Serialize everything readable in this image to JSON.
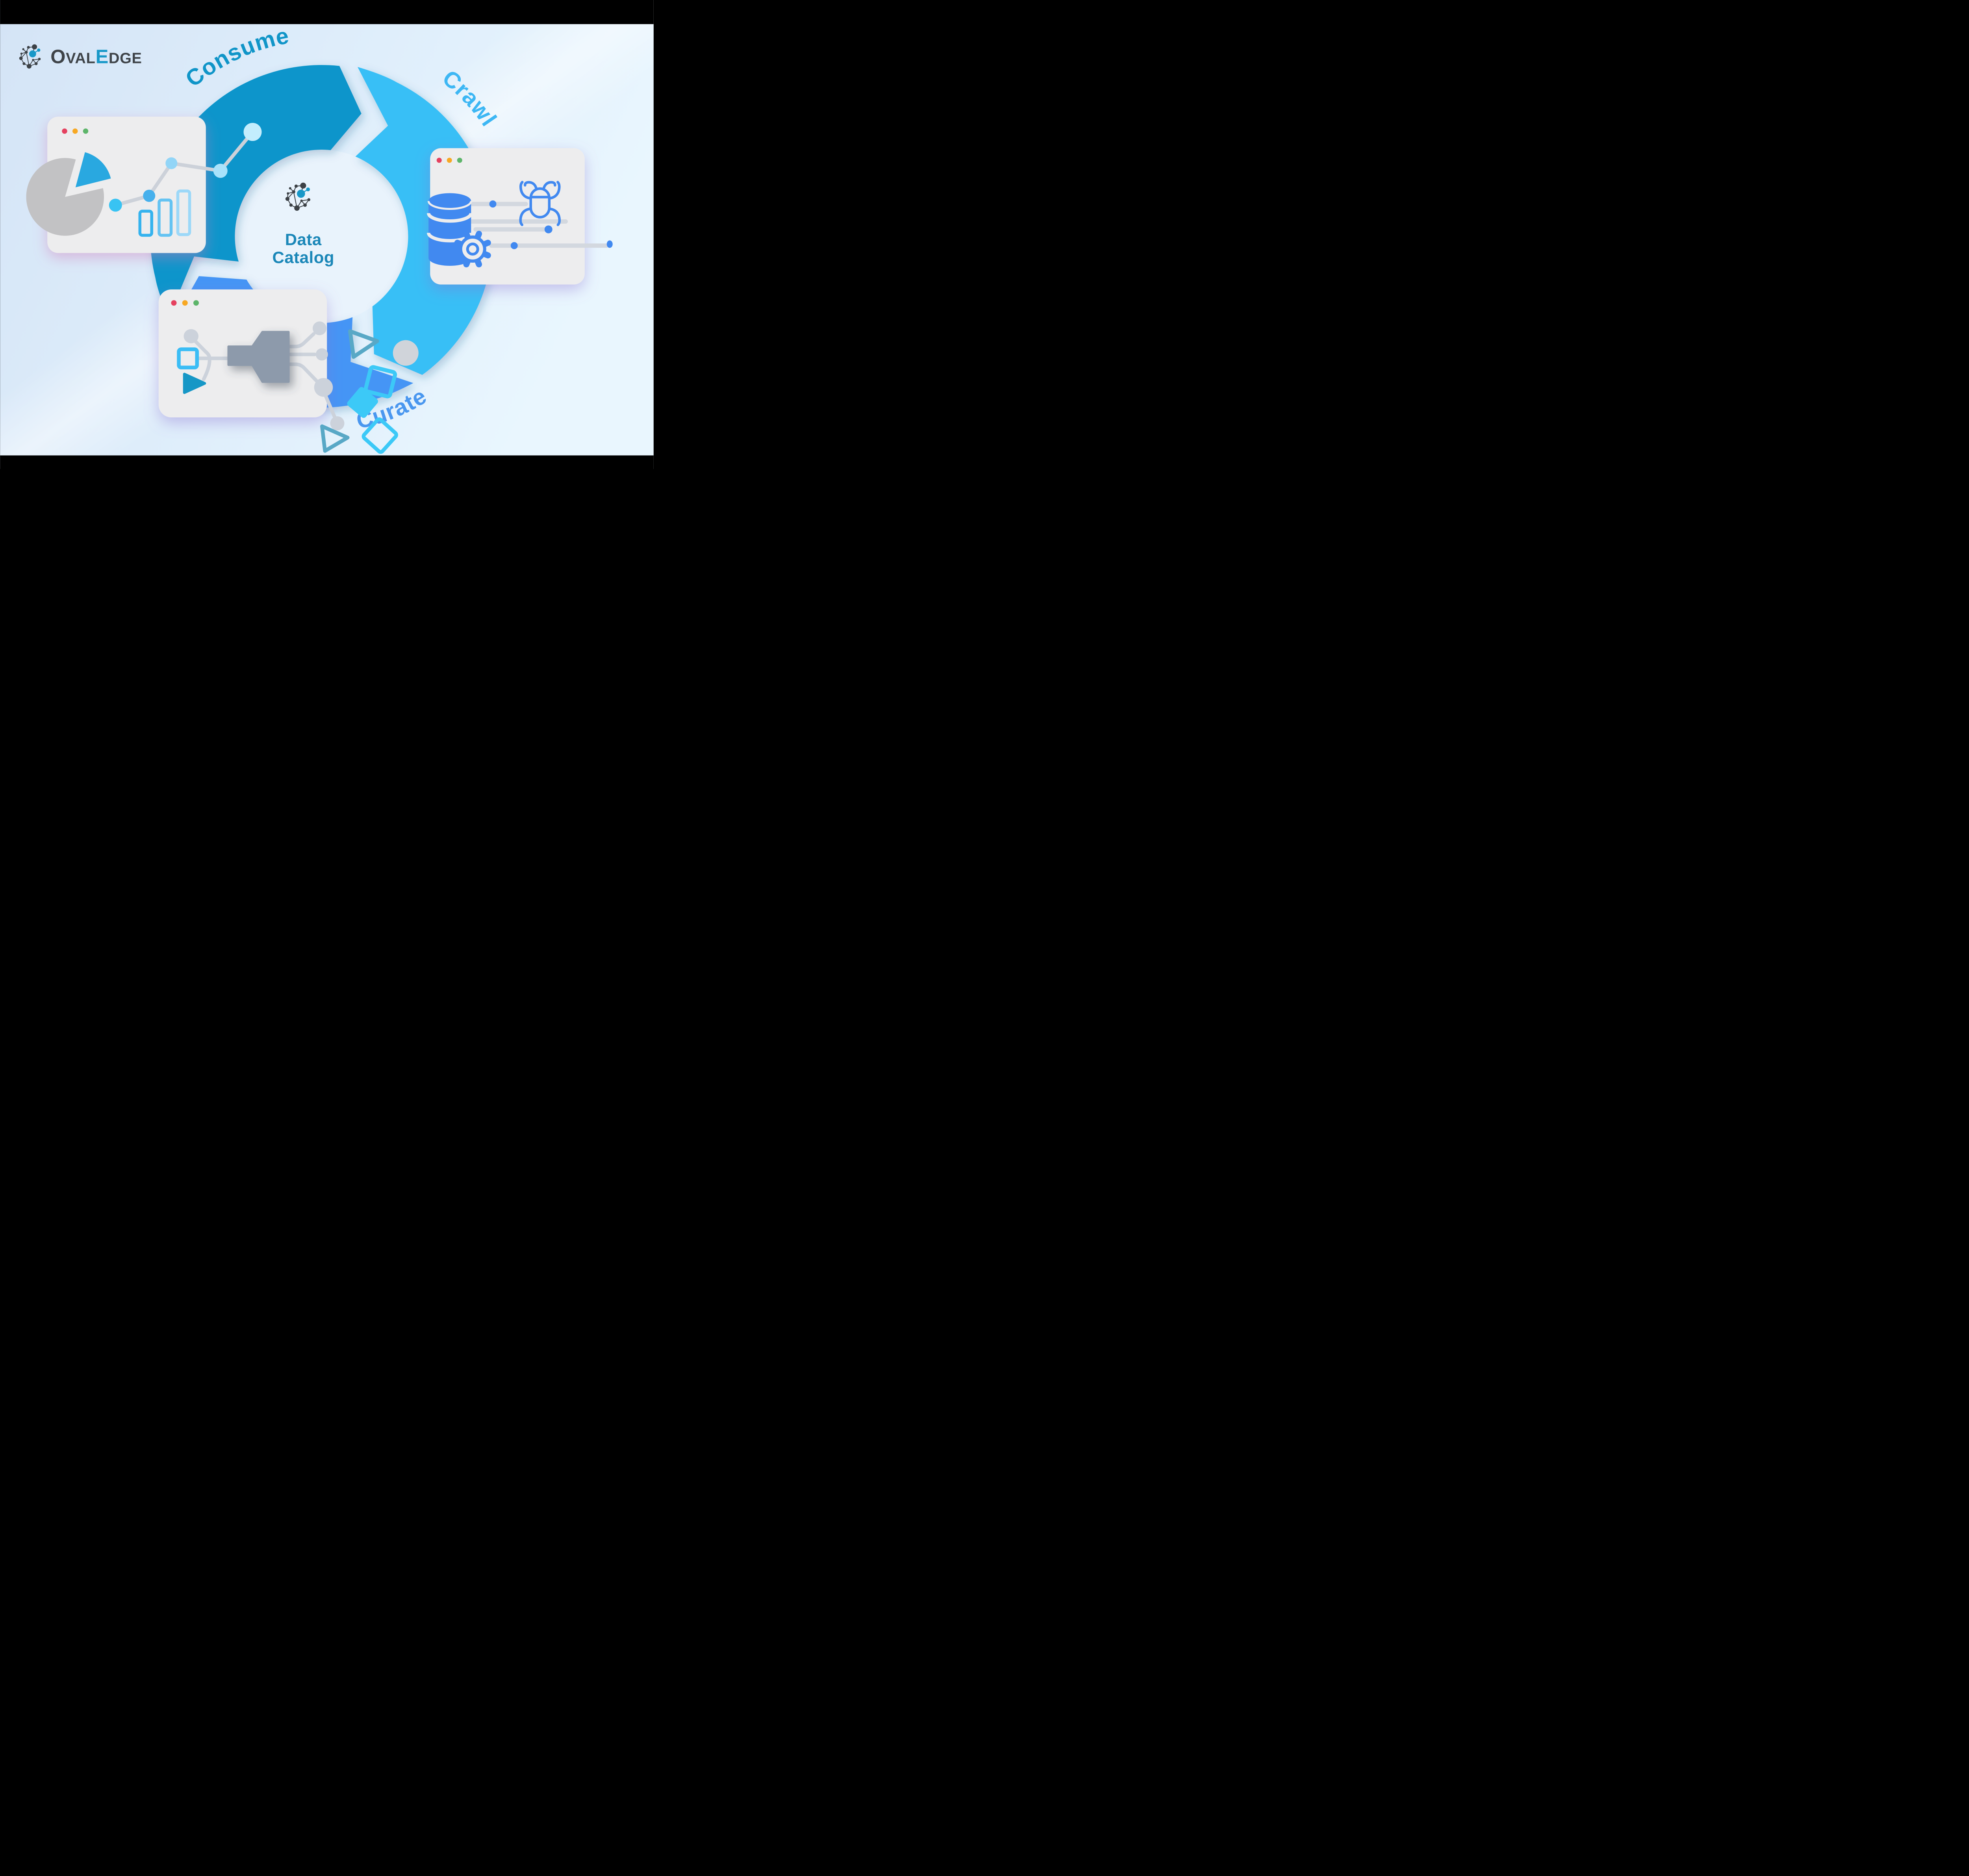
{
  "title": "OvalEdge Data Catalog cycle diagram",
  "letterbox_color": "#000000",
  "background": {
    "gradient_from": "#d6e6f7",
    "gradient_to": "#e9f6fe"
  },
  "brand": {
    "name": "OvalEdge",
    "logo_icon": "network-nodes-icon",
    "dark_color": "#3f4449",
    "accent_color": "#1898c8",
    "wordmark_parts": {
      "p1": "O",
      "p2": "VAL",
      "p3": "E",
      "p4": "DGE"
    }
  },
  "center": {
    "icon": "network-nodes-icon",
    "line1": "Data",
    "line2": "Catalog",
    "text_color": "#1b87b8"
  },
  "cycle_stages": [
    {
      "label": "Consume",
      "arc_color": "#0895cb",
      "label_color": "#1095c8"
    },
    {
      "label": "Crawl",
      "arc_color": "#38bff6",
      "label_color": "#3db7f4"
    },
    {
      "label": "Curate",
      "arc_color": "#4495f5",
      "label_color": "#4a97ef"
    }
  ],
  "windows": [
    {
      "name": "analytics window",
      "icons": [
        "pie-chart-icon",
        "line-chart-icon",
        "bar-chart-icon"
      ],
      "traffic_lights": [
        "#e5415f",
        "#f7a823",
        "#5db56a"
      ]
    },
    {
      "name": "crawl sources window",
      "icons": [
        "database-icon",
        "gear-icon",
        "bug-icon"
      ],
      "traffic_lights": [
        "#e5415f",
        "#f7a823",
        "#5db56a"
      ]
    },
    {
      "name": "curate pipeline window",
      "icons": [
        "funnel-icon",
        "input-shapes",
        "output-nodes"
      ],
      "traffic_lights": [
        "#e5415f",
        "#f7a823",
        "#5db56a"
      ]
    }
  ],
  "palette": {
    "window_bg": "#ededee",
    "connector_gray": "#ccd2db",
    "line_gray": "#d3d8df",
    "icon_blue": "#4189f0",
    "pie_gray": "#c2c2c4",
    "pie_slice_blue": "#29a8e0",
    "cyan": "#3cc9f7",
    "teal": "#58a8c6",
    "funnel_gray": "#8d9aab"
  }
}
